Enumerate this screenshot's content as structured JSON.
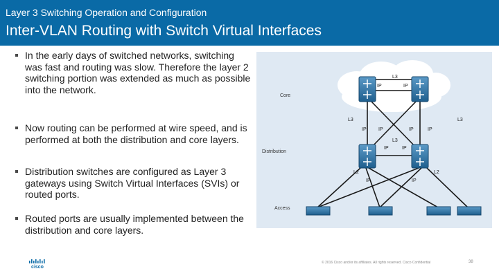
{
  "header": {
    "kicker": "Layer 3 Switching Operation and Configuration",
    "title": "Inter-VLAN Routing with Switch Virtual Interfaces"
  },
  "bullets": [
    "In the early days of switched networks, switching was fast and routing was slow. Therefore the layer 2 switching portion was extended as much as possible into the network.",
    "Now routing can be performed at wire speed, and is performed at both the distribution and core layers.",
    "Distribution switches are configured as Layer 3 gateways using Switch Virtual Interfaces (SVIs) or routed ports.",
    "Routed ports are usually implemented between the distribution and core layers."
  ],
  "diagram": {
    "layers": {
      "core": "Core",
      "distribution": "Distribution",
      "access": "Access"
    },
    "labels": {
      "l3": "L3",
      "l2": "L2",
      "ip": "IP"
    },
    "colors": {
      "panel": "#dfe9f3",
      "cloud": "#ffffff",
      "switch": "#2f6e9c",
      "link": "#1a1a1a"
    }
  },
  "footer": {
    "logo": "cisco",
    "copyright": "© 2016 Cisco and/or its affiliates. All rights reserved. Cisco Confidential",
    "page": "38"
  },
  "theme": {
    "header_bg": "#0a6aa6",
    "header_text": "#ffffff",
    "body_text": "#222222"
  }
}
